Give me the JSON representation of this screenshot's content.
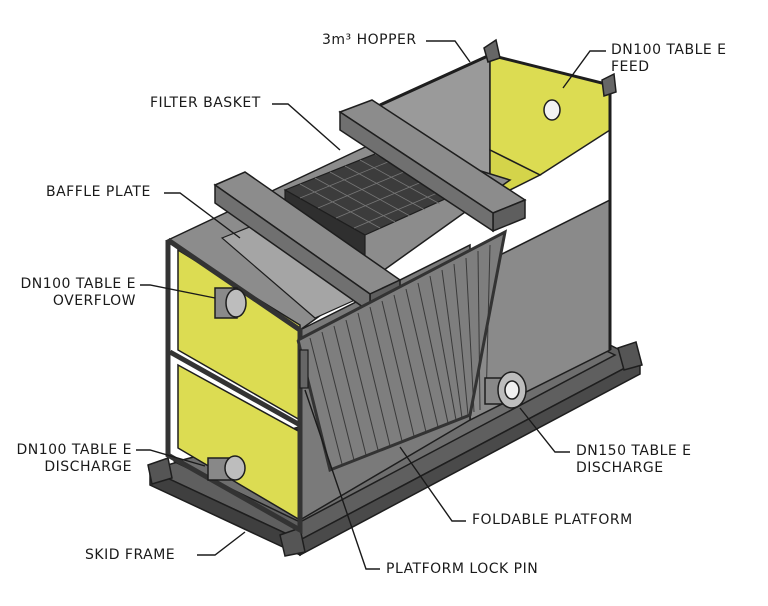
{
  "labels": {
    "hopper": "3m³ HOPPER",
    "feed_line1": "DN100 TABLE E",
    "feed_line2": "FEED",
    "filter_basket": "FILTER BASKET",
    "baffle_plate": "BAFFLE PLATE",
    "overflow_line1": "DN100 TABLE E",
    "overflow_line2": "OVERFLOW",
    "discharge100_line1": "DN100 TABLE E",
    "discharge100_line2": "DISCHARGE",
    "discharge150_line1": "DN150 TABLE E",
    "discharge150_line2": "DISCHARGE",
    "foldable_platform": "FOLDABLE PLATFORM",
    "skid_frame": "SKID FRAME",
    "platform_lock_pin": "PLATFORM LOCK PIN"
  },
  "colors": {
    "steel_light": "#9a9a9a",
    "steel_mid": "#7d7d7d",
    "steel_dark": "#5a5a5a",
    "frame": "#444444",
    "yellow_panel": "#dcdc52",
    "outline": "#1e1e1e"
  }
}
